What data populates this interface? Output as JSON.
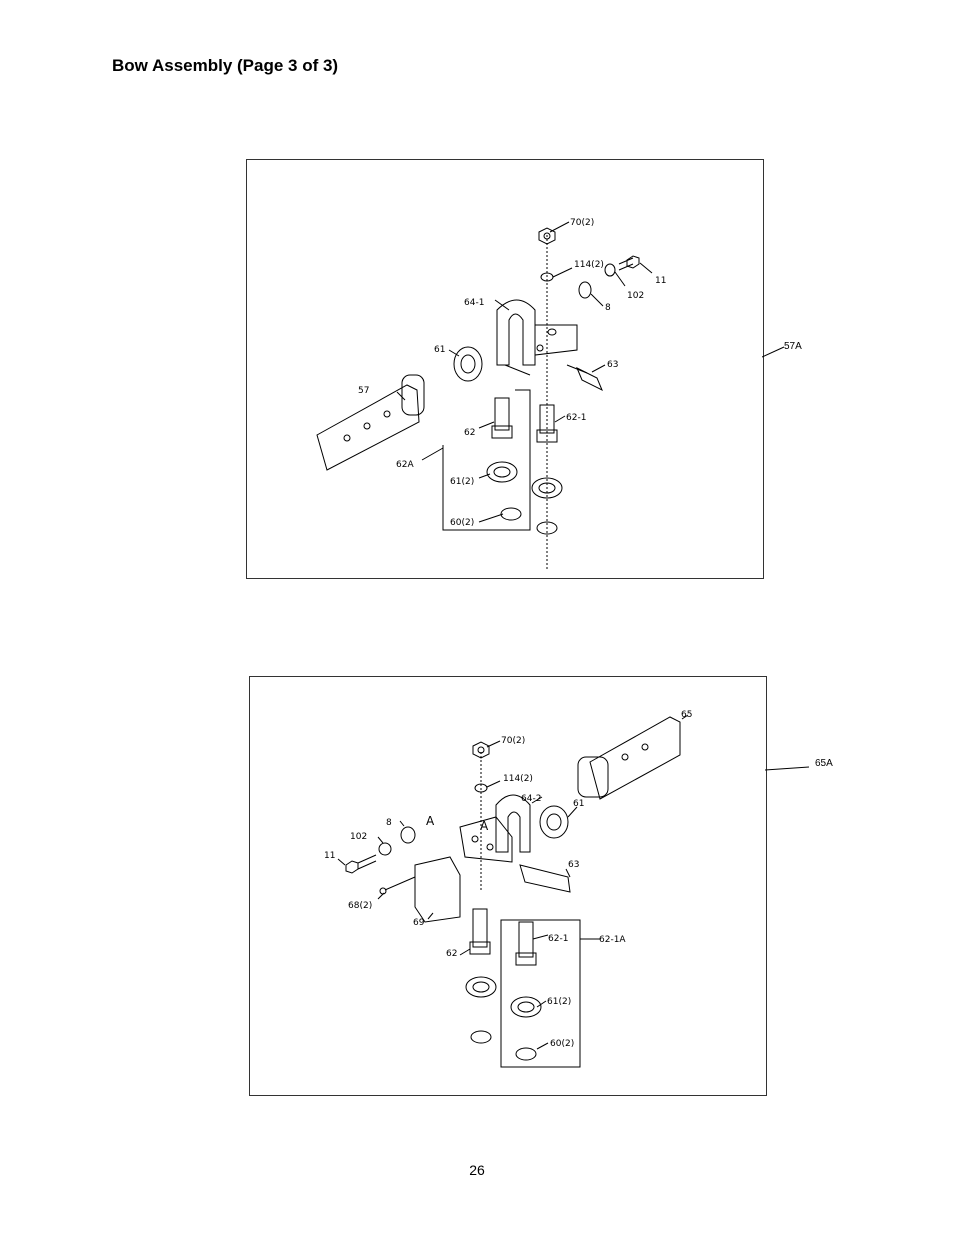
{
  "page": {
    "title": "Bow Assembly (Page 3 of 3)",
    "page_number": "26"
  },
  "figure1": {
    "assembly_label": "57A",
    "parts": {
      "p70": "70(2)",
      "p114": "114(2)",
      "p11": "11",
      "p102": "102",
      "p8": "8",
      "p64_1": "64-1",
      "p61": "61",
      "p63": "63",
      "p57": "57",
      "p62": "62",
      "p62_1": "62-1",
      "p62A": "62A",
      "p61_2": "61(2)",
      "p60_2": "60(2)"
    }
  },
  "figure2": {
    "assembly_label": "65A",
    "parts": {
      "p65": "65",
      "p70": "70(2)",
      "p114": "114(2)",
      "p64_2": "64-2",
      "p61": "61",
      "p8": "8",
      "pA1": "A",
      "pA2": "A",
      "p102": "102",
      "p11": "11",
      "p63": "63",
      "p68": "68(2)",
      "p69": "69",
      "p62": "62",
      "p62_1": "62-1",
      "p62_1A": "62-1A",
      "p61_2": "61(2)",
      "p60_2": "60(2)"
    }
  }
}
